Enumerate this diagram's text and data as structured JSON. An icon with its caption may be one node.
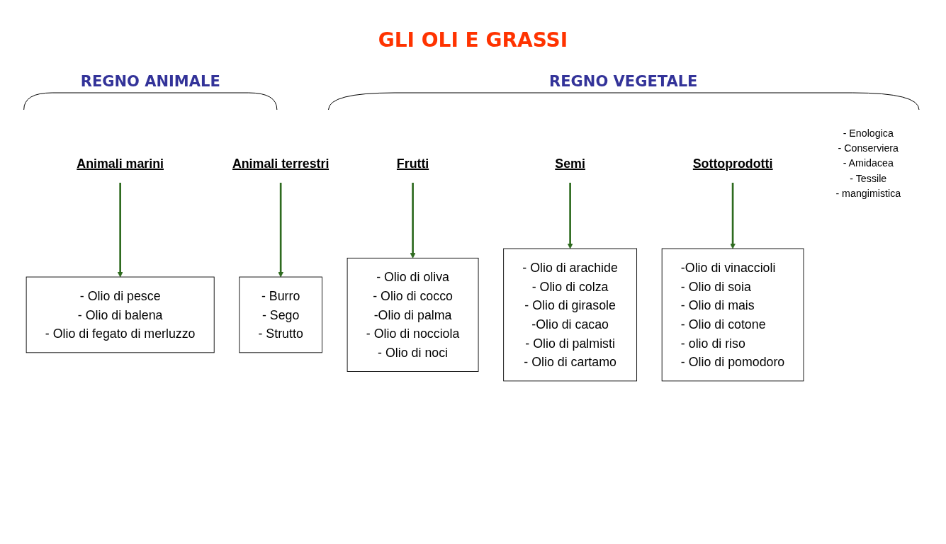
{
  "diagram": {
    "title": "GLI OLI E GRASSI",
    "nodes": [
      {
        "text": [
          "Animali marini"
        ]
      },
      {
        "text": [
          "- Olio di pesce",
          "- Olio di balena",
          "- Olio di fegato di merluzzo"
        ]
      },
      {
        "text": [
          "Animali terrestri"
        ]
      },
      {
        "text": [
          "- Burro",
          "- Sego",
          "- Strutto"
        ]
      },
      {
        "text": [
          "Frutti"
        ]
      },
      {
        "text": [
          "- Olio di oliva",
          "- Olio di cocco",
          "-Olio di palma",
          "- Olio di nocciola",
          "- Olio di noci"
        ]
      },
      {
        "text": [
          "Semi"
        ]
      },
      {
        "text": [
          "- Olio di arachide",
          "- Olio di colza",
          "- Olio di girasole",
          "-Olio di cacao",
          "- Olio di palmisti",
          "- Olio di cartamo"
        ]
      },
      {
        "text": [
          "Sottoprodotti"
        ],
        "beside": [
          "- Enologica",
          "- Conserviera",
          "- Amidacea",
          "- Tessile",
          "- mangimistica"
        ]
      },
      {
        "text": [
          "-Olio di vinaccioli",
          "- Olio di soia",
          "- Olio di mais",
          "- Olio di cotone",
          "- olio di riso",
          "- Olio di pomodoro"
        ]
      }
    ],
    "edges": [
      {
        "from": 0,
        "to": 1,
        "arrow": "to"
      },
      {
        "from": 2,
        "to": 3,
        "arrow": "to"
      },
      {
        "from": 4,
        "to": 5,
        "arrow": "to"
      },
      {
        "from": 6,
        "to": 7,
        "arrow": "to"
      },
      {
        "from": 8,
        "to": 9,
        "arrow": "to"
      }
    ],
    "labels": [
      "REGNO ANIMALE",
      "REGNO VEGETALE"
    ]
  }
}
